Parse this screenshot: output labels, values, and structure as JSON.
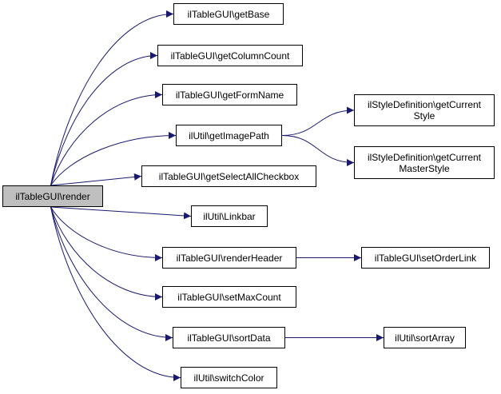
{
  "colors": {
    "edge": "#191970",
    "border": "#000000",
    "root_fill": "#bfbfbf",
    "node_fill": "#ffffff"
  },
  "nodes": {
    "render": {
      "label": "ilTableGUI\\render"
    },
    "getBase": {
      "label": "ilTableGUI\\getBase"
    },
    "getColumnCount": {
      "label": "ilTableGUI\\getColumnCount"
    },
    "getFormName": {
      "label": "ilTableGUI\\getFormName"
    },
    "getImagePath": {
      "label": "ilUtil\\getImagePath"
    },
    "getSelectAllCheckbox": {
      "label": "ilTableGUI\\getSelectAllCheckbox"
    },
    "linkbar": {
      "label": "ilUtil\\Linkbar"
    },
    "renderHeader": {
      "label": "ilTableGUI\\renderHeader"
    },
    "setMaxCount": {
      "label": "ilTableGUI\\setMaxCount"
    },
    "sortData": {
      "label": "ilTableGUI\\sortData"
    },
    "switchColor": {
      "label": "ilUtil\\switchColor"
    },
    "getCurrentStyle": {
      "line1": "ilStyleDefinition\\getCurrent",
      "line2": "Style"
    },
    "getCurrentMasterStyle": {
      "line1": "ilStyleDefinition\\getCurrent",
      "line2": "MasterStyle"
    },
    "setOrderLink": {
      "label": "ilTableGUI\\setOrderLink"
    },
    "sortArray": {
      "label": "ilUtil\\sortArray"
    }
  },
  "edges": [
    [
      "render",
      "getBase"
    ],
    [
      "render",
      "getColumnCount"
    ],
    [
      "render",
      "getFormName"
    ],
    [
      "render",
      "getImagePath"
    ],
    [
      "render",
      "getSelectAllCheckbox"
    ],
    [
      "render",
      "linkbar"
    ],
    [
      "render",
      "renderHeader"
    ],
    [
      "render",
      "setMaxCount"
    ],
    [
      "render",
      "sortData"
    ],
    [
      "render",
      "switchColor"
    ],
    [
      "getImagePath",
      "getCurrentStyle"
    ],
    [
      "getImagePath",
      "getCurrentMasterStyle"
    ],
    [
      "renderHeader",
      "setOrderLink"
    ],
    [
      "sortData",
      "sortArray"
    ]
  ]
}
